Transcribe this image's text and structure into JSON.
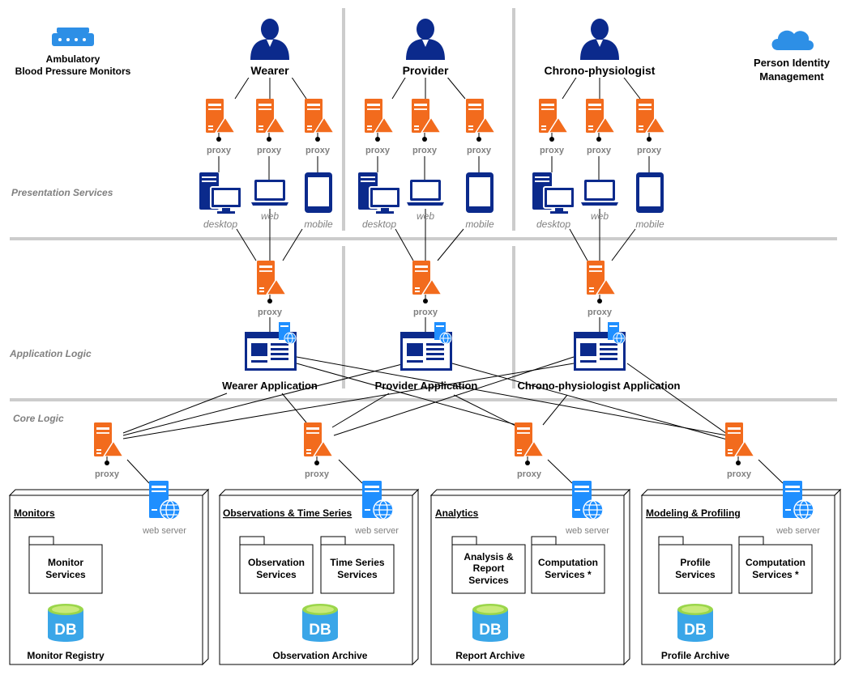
{
  "header": {
    "monitors_title": [
      "Ambulatory",
      "Blood Pressure Monitors"
    ],
    "identity_title": [
      "Person Identity",
      "Management"
    ]
  },
  "layers": {
    "presentation": "Presentation Services",
    "application": "Application Logic",
    "core": "Core Logic"
  },
  "actors": [
    {
      "name": "Wearer"
    },
    {
      "name": "Provider"
    },
    {
      "name": "Chrono-physiologist"
    }
  ],
  "labels": {
    "proxy": "proxy",
    "desktop": "desktop",
    "web": "web",
    "mobile": "mobile",
    "web_server": "web server"
  },
  "applications": [
    {
      "name": "Wearer Application"
    },
    {
      "name": "Provider Application"
    },
    {
      "name": "Chrono-physiologist Application"
    }
  ],
  "nodes": [
    {
      "title": "Monitors",
      "packages": [
        [
          "Monitor",
          "Services"
        ]
      ],
      "db_label": "DB",
      "store": "Monitor Registry"
    },
    {
      "title": "Observations & Time Series",
      "packages": [
        [
          "Observation",
          "Services"
        ],
        [
          "Time Series",
          "Services"
        ]
      ],
      "db_label": "DB",
      "store": "Observation Archive"
    },
    {
      "title": "Analytics",
      "packages": [
        [
          "Analysis &",
          "Report",
          "Services"
        ],
        [
          "Computation",
          "Services *"
        ]
      ],
      "db_label": "DB",
      "store": "Report Archive"
    },
    {
      "title": "Modeling & Profiling",
      "packages": [
        [
          "Profile",
          "Services"
        ],
        [
          "Computation",
          "Services *"
        ]
      ],
      "db_label": "DB",
      "store": "Profile Archive"
    }
  ],
  "colors": {
    "proxy_orange": "#f26b1d",
    "device_navy": "#0b2a8c",
    "server_blue": "#1f8fff",
    "db_teal": "#3aa6e8",
    "db_top": "#9bd64b",
    "cloud_blue": "#2d8fe6",
    "divider_gray": "#cccccc"
  },
  "icons": [
    "user-icon",
    "proxy-server-icon",
    "desktop-icon",
    "laptop-icon",
    "mobile-icon",
    "app-window-icon",
    "web-server-icon",
    "database-icon",
    "cloud-icon",
    "monitor-device-icon"
  ]
}
